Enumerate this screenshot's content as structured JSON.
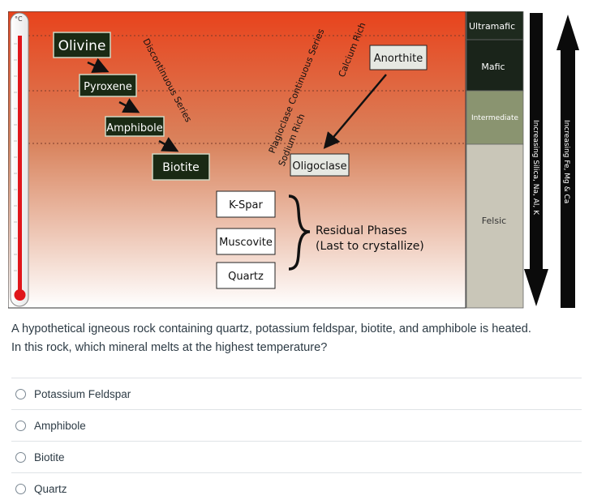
{
  "diagram": {
    "thermometer_unit": "°C",
    "discontinuous_series_label": "Discontinuous Series",
    "continuous_series_label_line1": "Plagioclase Continuous Series",
    "calcium_rich_label": "Calcium Rich",
    "sodium_rich_label": "Sodium Rich",
    "minerals": {
      "olivine": "Olivine",
      "pyroxene": "Pyroxene",
      "amphibole": "Amphibole",
      "biotite": "Biotite",
      "anorthite": "Anorthite",
      "oligoclase": "Oligoclase",
      "kspar": "K-Spar",
      "muscovite": "Muscovite",
      "quartz": "Quartz"
    },
    "residual_line1": "Residual Phases",
    "residual_line2": "(Last to crystallize)",
    "rock_types": {
      "ultramafic": "Ultramafic",
      "mafic": "Mafic",
      "intermediate": "Intermediate",
      "felsic": "Felsic"
    },
    "silica_arrow_label": "Increasing Silica, Na, Al, K",
    "femgca_arrow_label": "Increasing Fe, Mg & Ca",
    "colors": {
      "gradient_top": "#e8431c",
      "gradient_bottom": "#ffffff",
      "dark_box": "#1a2a14",
      "ultramafic": "#1e2a1e",
      "mafic": "#1a241a",
      "intermediate": "#8a9470",
      "felsic": "#c9c6b8"
    }
  },
  "question": {
    "line1": "A hypothetical igneous rock containing quartz, potassium feldspar, biotite, and amphibole is heated.",
    "line2": "In this rock, which mineral melts at the highest temperature?"
  },
  "answers": [
    {
      "label": "Potassium Feldspar"
    },
    {
      "label": "Amphibole"
    },
    {
      "label": "Biotite"
    },
    {
      "label": "Quartz"
    }
  ]
}
